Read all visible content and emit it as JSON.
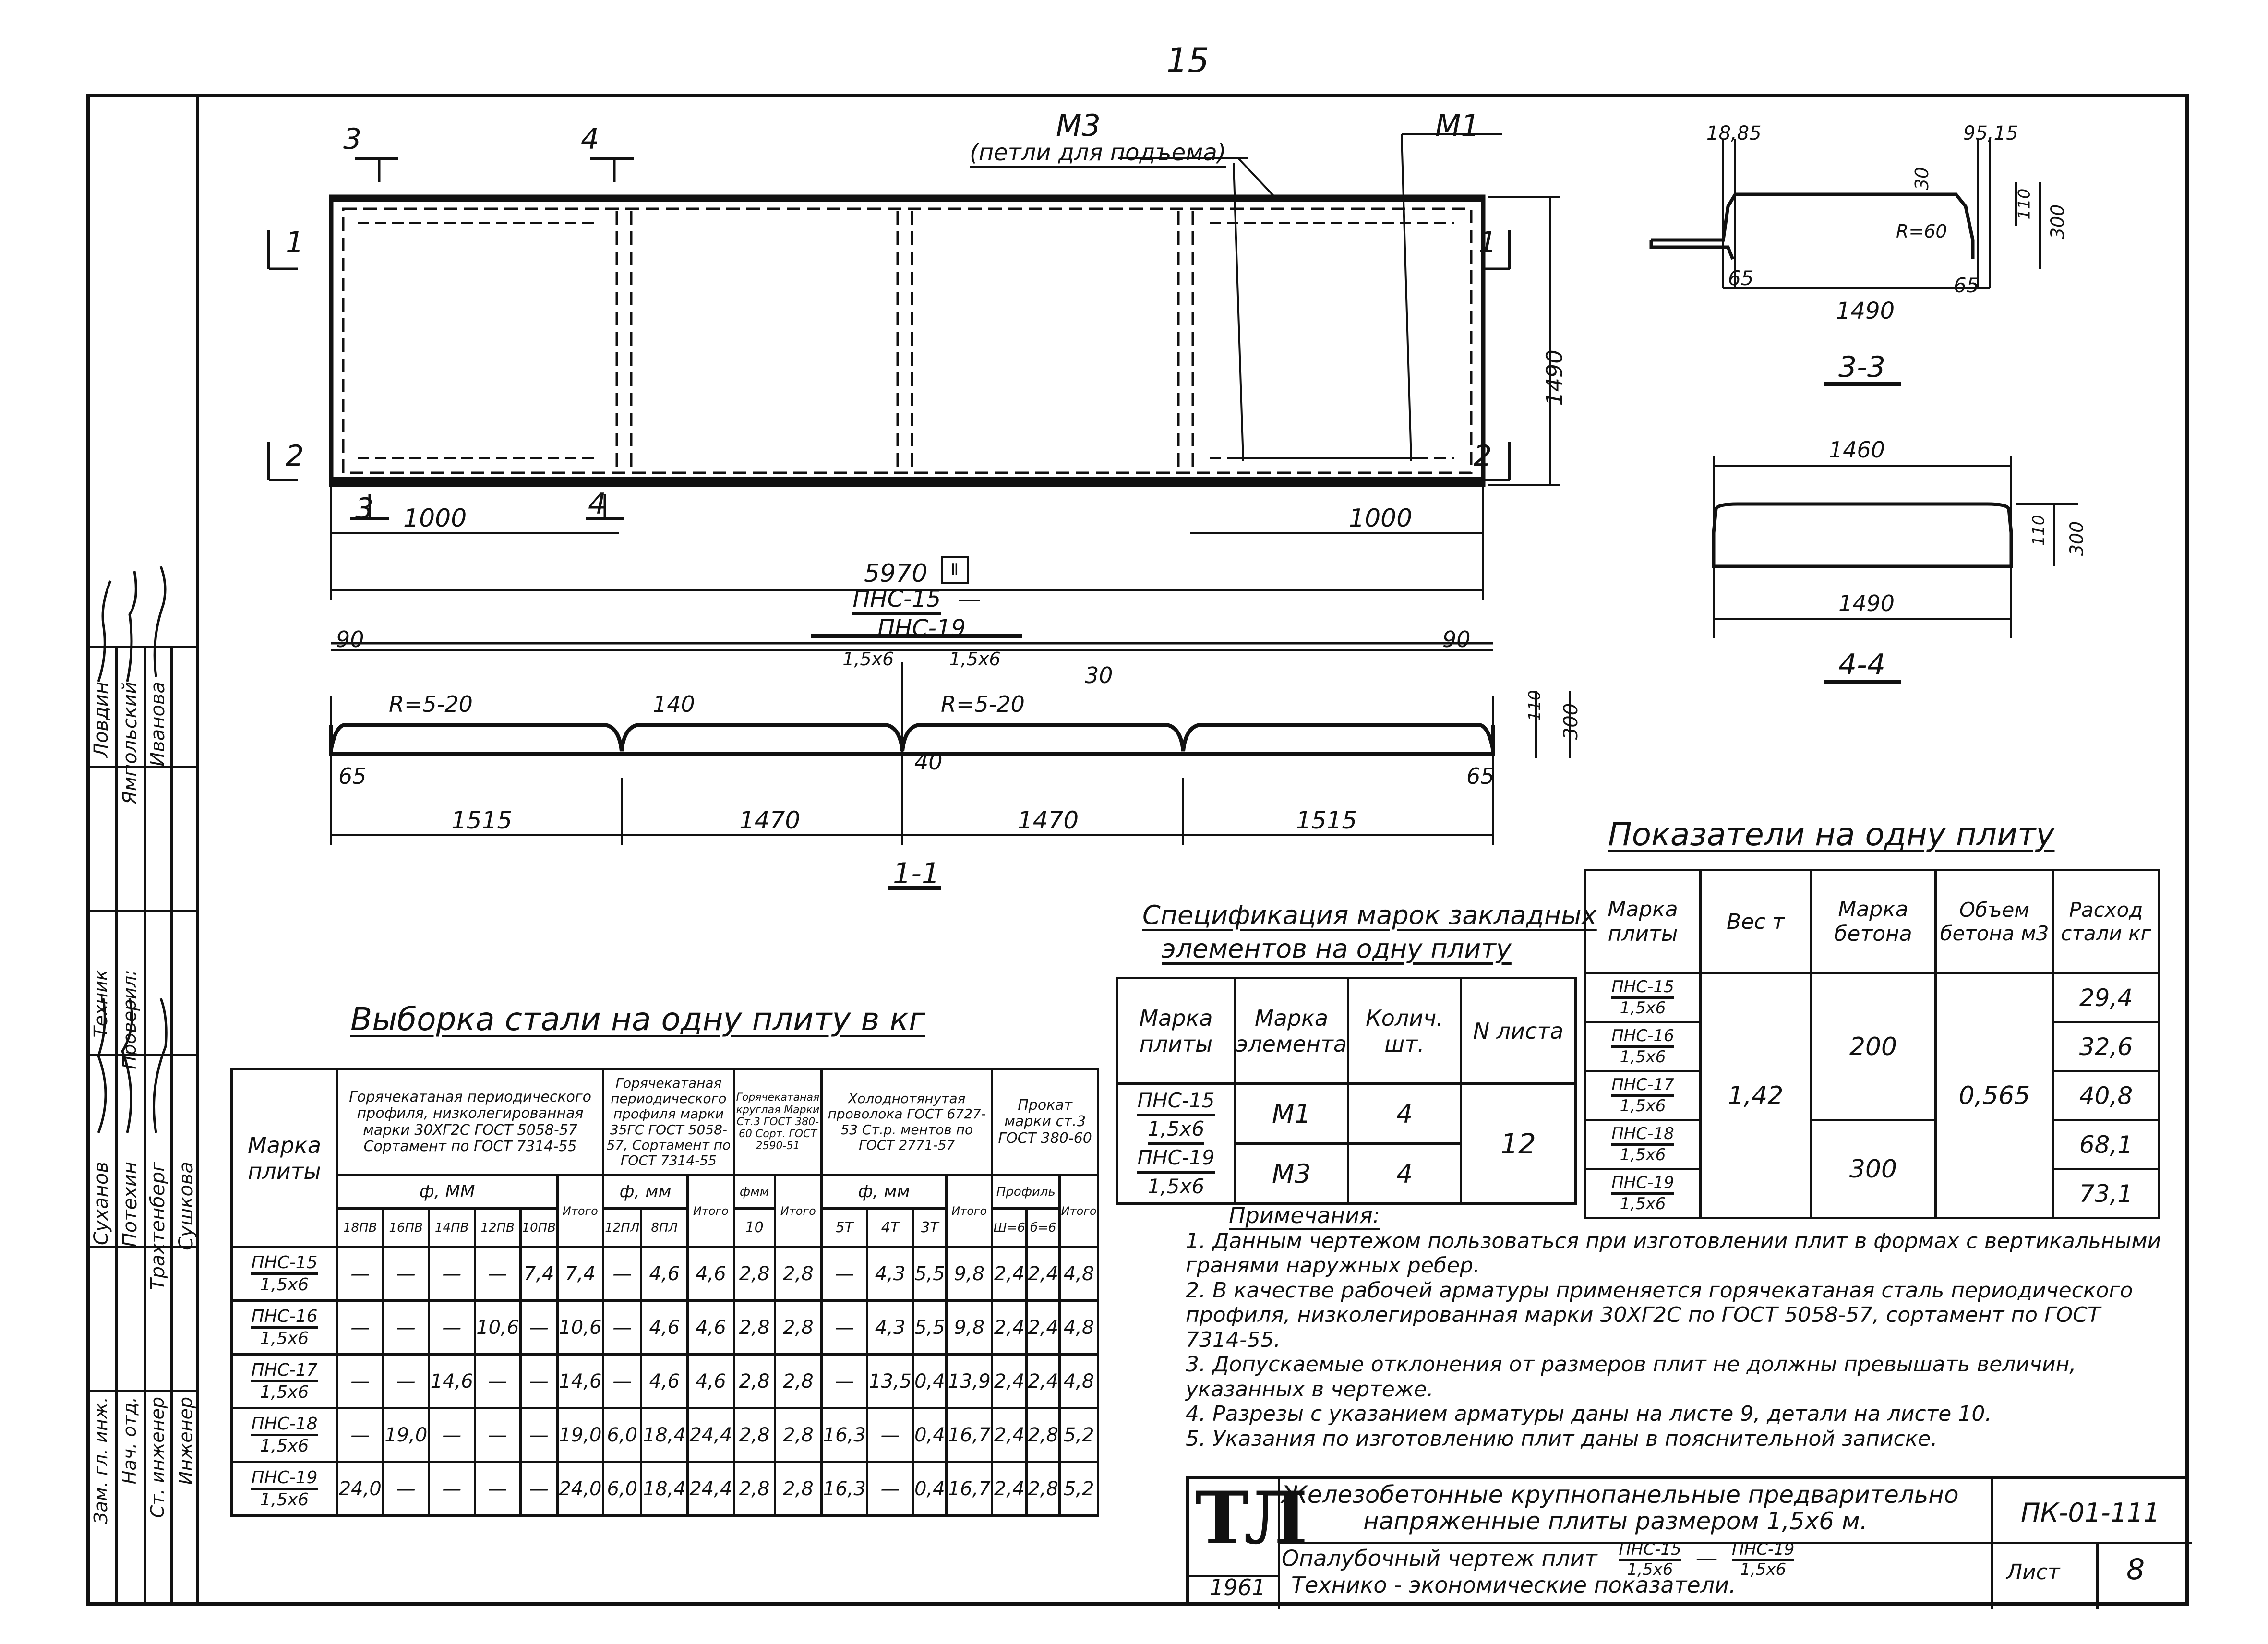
{
  "page_number": "15",
  "plan": {
    "label_m3": "М3",
    "label_loops": "(петли для подъема)",
    "label_m1": "М1",
    "sec3": "3",
    "sec4": "4",
    "sec1": "1",
    "sec2": "2",
    "dim_1000_left": "1000",
    "dim_1000_right": "1000",
    "dim_5970": "5970",
    "dim_1490": "1490",
    "mark_box": "Ⅱ",
    "title_top": "ПНС-15",
    "title_top_sub": "1,5х6",
    "title_dash": "—",
    "title_top2": "ПНС-19",
    "title_top2_sub": "1,5х6"
  },
  "section11": {
    "d90_left": "90",
    "d90_right": "90",
    "r_left": "R=5-20",
    "r_right": "R=5-20",
    "d140": "140",
    "d30": "30",
    "d40": "40",
    "d65_left": "65",
    "d65_right": "65",
    "d1515_left": "1515",
    "d1470_a": "1470",
    "d1470_b": "1470",
    "d1515_right": "1515",
    "d300": "300",
    "d110": "110",
    "title": "1-1"
  },
  "section33": {
    "d1885": "18,85",
    "d95": "95,15",
    "d30": "30",
    "r60": "R=60",
    "d65_left": "65",
    "d65_right": "65",
    "d1490": "1490",
    "d300": "300",
    "d110": "110",
    "title": "3-3"
  },
  "section44": {
    "d1460": "1460",
    "d1490": "1490",
    "d300": "300",
    "d110": "110",
    "title": "4-4"
  },
  "steel": {
    "title": "Выборка стали на одну плиту в кг",
    "col_mark": "Марка плиты",
    "g1": "Горячекатаная периодического профиля, низколегированная марки 30ХГ2С ГОСТ 5058-57 Сортамент по ГОСТ 7314-55",
    "g2": "Горячекатаная периодического профиля марки 35ГС ГОСТ 5058-57, Сортамент по ГОСТ 7314-55",
    "g3": "Горячекатаная круглая Марки Ст.3 ГОСТ 380-60 Сорт. ГОСТ 2590-51",
    "g4": "Холоднотянутая проволока ГОСТ 6727-53 Ст.р. ментов по ГОСТ 2771-57",
    "g5": "Прокат марки ст.3 ГОСТ 380-60",
    "phi_mm1": "ф, ММ",
    "phi_mm2": "ф, мм",
    "phi_mm3": "ф, мм",
    "phi3": "фмм",
    "profile": "Профиль",
    "itogo": "Итого",
    "sub_cols": [
      "18ПВ",
      "16ПВ",
      "14ПВ",
      "12ПВ",
      "10ПВ",
      "Итого",
      "12ПЛ",
      "8ПЛ",
      "Итого",
      "10",
      "Итого",
      "5Т",
      "4Т",
      "3Т",
      "Итого",
      "Ш=6",
      "б=6",
      "Итого"
    ],
    "rows": [
      {
        "mark": "ПНС-15",
        "sub": "1,5х6",
        "cells": [
          "—",
          "—",
          "—",
          "—",
          "7,4",
          "7,4",
          "—",
          "4,6",
          "4,6",
          "2,8",
          "2,8",
          "—",
          "4,3",
          "5,5",
          "9,8",
          "2,4",
          "2,4",
          "4,8"
        ]
      },
      {
        "mark": "ПНС-16",
        "sub": "1,5х6",
        "cells": [
          "—",
          "—",
          "—",
          "10,6",
          "—",
          "10,6",
          "—",
          "4,6",
          "4,6",
          "2,8",
          "2,8",
          "—",
          "4,3",
          "5,5",
          "9,8",
          "2,4",
          "2,4",
          "4,8"
        ]
      },
      {
        "mark": "ПНС-17",
        "sub": "1,5х6",
        "cells": [
          "—",
          "—",
          "14,6",
          "—",
          "—",
          "14,6",
          "—",
          "4,6",
          "4,6",
          "2,8",
          "2,8",
          "—",
          "13,5",
          "0,4",
          "13,9",
          "2,4",
          "2,4",
          "4,8"
        ]
      },
      {
        "mark": "ПНС-18",
        "sub": "1,5х6",
        "cells": [
          "—",
          "19,0",
          "—",
          "—",
          "—",
          "19,0",
          "6,0",
          "18,4",
          "24,4",
          "2,8",
          "2,8",
          "16,3",
          "—",
          "0,4",
          "16,7",
          "2,4",
          "2,8",
          "5,2"
        ]
      },
      {
        "mark": "ПНС-19",
        "sub": "1,5х6",
        "cells": [
          "24,0",
          "—",
          "—",
          "—",
          "—",
          "24,0",
          "6,0",
          "18,4",
          "24,4",
          "2,8",
          "2,8",
          "16,3",
          "—",
          "0,4",
          "16,7",
          "2,4",
          "2,8",
          "5,2"
        ]
      }
    ]
  },
  "spec": {
    "title1": "Спецификация марок закладных",
    "title2": "элементов на одну плиту",
    "h_mark": "Марка плиты",
    "h_elem": "Марка элемента",
    "h_qty": "Колич. шт.",
    "h_sheet": "N листа",
    "plates": [
      "ПНС-15",
      "1,5х6",
      "ПНС-19",
      "1,5х6"
    ],
    "rows": [
      {
        "elem": "М1",
        "qty": "4"
      },
      {
        "elem": "М3",
        "qty": "4"
      }
    ],
    "sheet": "12"
  },
  "indicators": {
    "title": "Показатели на одну плиту",
    "h_mark": "Марка плиты",
    "h_weight": "Вес т",
    "h_concrete": "Марка бетона",
    "h_volume": "Объем бетона м3",
    "h_steel": "Расход стали кг",
    "rows": [
      {
        "mark": "ПНС-15",
        "sub": "1,5х6",
        "steel": "29,4"
      },
      {
        "mark": "ПНС-16",
        "sub": "1,5х6",
        "steel": "32,6"
      },
      {
        "mark": "ПНС-17",
        "sub": "1,5х6",
        "steel": "40,8"
      },
      {
        "mark": "ПНС-18",
        "sub": "1,5х6",
        "steel": "68,1"
      },
      {
        "mark": "ПНС-19",
        "sub": "1,5х6",
        "steel": "73,1"
      }
    ],
    "weight": "1,42",
    "concrete_a": "200",
    "concrete_b": "300",
    "volume": "0,565"
  },
  "notes": {
    "title": "Примечания:",
    "items": [
      "1. Данным чертежом пользоваться при изготовлении плит в формах с вертикальными гранями наружных ребер.",
      "2. В качестве рабочей арматуры применяется горячекатаная сталь периодического профиля, низколегированная марки 30ХГ2С по ГОСТ 5058-57, сортамент по ГОСТ 7314-55.",
      "3. Допускаемые отклонения от размеров плит не должны превышать величин, указанных в чертеже.",
      "4. Разрезы с указанием арматуры даны на листе 9, детали на листе 10.",
      "5. Указания по изготовлению плит даны в пояснительной записке."
    ]
  },
  "title_block": {
    "logo": "ТЛ",
    "year": "1961",
    "line1": "Железобетонные крупнопанельные предварительно",
    "line2": "напряженные плиты размером 1,5х6 м.",
    "line3": "Опалубочный чертеж плит",
    "line3_m1": "ПНС-15",
    "line3_m1s": "1,5х6",
    "line3_m2": "ПНС-19",
    "line3_m2s": "1,5х6",
    "line4": "Технико - экономические показатели.",
    "code": "ПК-01-111",
    "sheet_label": "Лист",
    "sheet_no": "8"
  },
  "side_stamp": {
    "roles": [
      "Зам. гл. инж.",
      "Нач. отд.",
      "Ст. инженер",
      "Инженер",
      "Техник",
      "Проверил:"
    ],
    "names": [
      "Суханов",
      "Потехин",
      "Трахтенберг",
      "Сушкова",
      "Ловдин",
      "Ямпольский",
      "Иванова"
    ]
  }
}
